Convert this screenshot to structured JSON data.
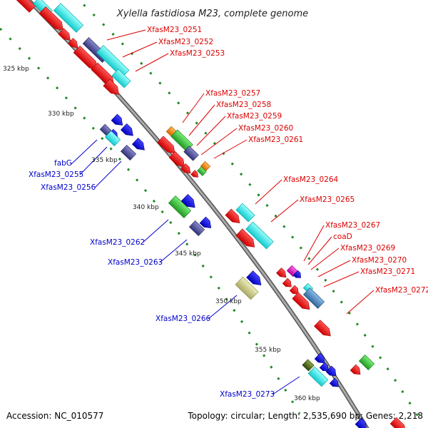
{
  "title": "Xylella fastidiosa M23, complete genome",
  "footer": {
    "accession": "Accession: NC_010577",
    "topology": "Topology: circular; Length: 2,535,690 bp; Genes: 2,218"
  },
  "ticks": [
    "325 kbp",
    "330 kbp",
    "335 kbp",
    "340 kbp",
    "345 kbp",
    "350 kbp",
    "355 kbp",
    "360 kbp"
  ],
  "labels_right": [
    "XfasM23_0251",
    "XfasM23_0252",
    "XfasM23_0253",
    "XfasM23_0257",
    "XfasM23_0258",
    "XfasM23_0259",
    "XfasM23_0260",
    "XfasM23_0261",
    "XfasM23_0264",
    "XfasM23_0265",
    "XfasM23_0267",
    "coaD",
    "XfasM23_0269",
    "XfasM23_0270",
    "XfasM23_0271",
    "XfasM23_0272"
  ],
  "labels_left": [
    "fabG",
    "XfasM23_0255",
    "XfasM23_0256",
    "XfasM23_0262",
    "XfasM23_0263",
    "XfasM23_0266",
    "XfasM23_0273"
  ],
  "colors": {
    "red": "#ee1111",
    "cyan": "#11eeee",
    "navy": "#555599",
    "blue": "#0a0aee",
    "green": "#44cc44",
    "orange": "#ff8800",
    "khaki": "#cccc88",
    "steel": "#5588bb",
    "magenta": "#ee11cc",
    "olive": "#557722",
    "backbone": "#999999",
    "tick_green": "#228822",
    "label_red": "#dd0000",
    "label_blue": "#0000cc"
  }
}
